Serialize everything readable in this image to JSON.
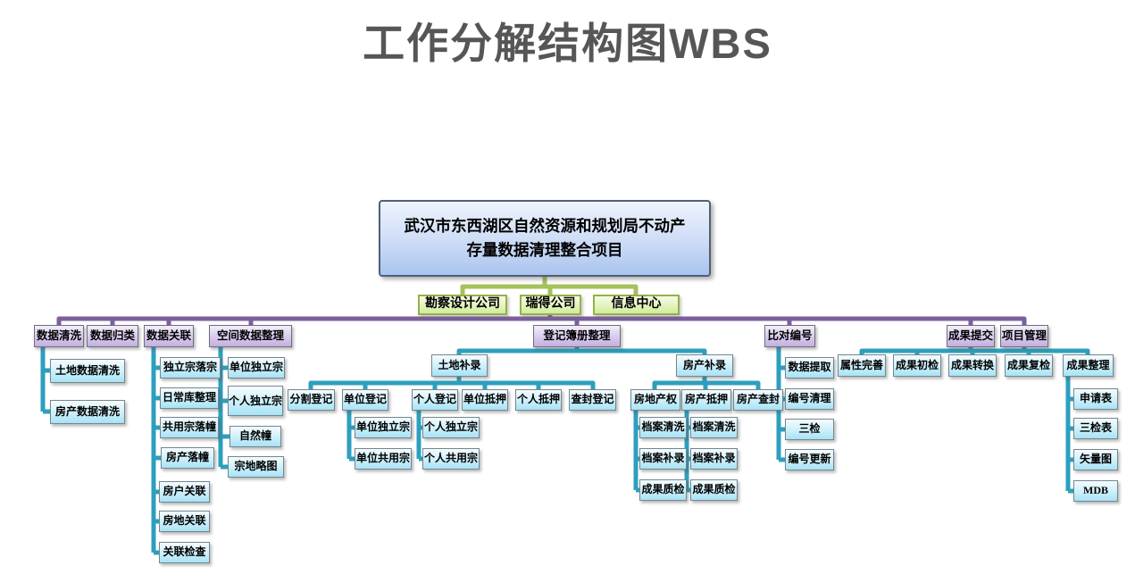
{
  "title": "工作分解结构图WBS",
  "colors": {
    "title_text": "#565656",
    "connector_green": "#a4c15c",
    "connector_purple": "#7d5f9d",
    "connector_teal": "#2d9fbe",
    "node_cyan_fill": "#a6e3f6",
    "node_purple_fill": "#c2b0e0",
    "node_green_fill": "#d2eb9c",
    "node_root_fill": "#a9c4ef"
  },
  "root": {
    "line1": "武汉市东西湖区自然资源和规划局不动产",
    "line2": "存量数据清理整合项目"
  },
  "level2": [
    {
      "label": "勘察设计公司"
    },
    {
      "label": "瑞得公司"
    },
    {
      "label": "信息中心"
    }
  ],
  "branches": [
    {
      "label": "数据清洗",
      "children": [
        {
          "label": "土地数据清洗"
        },
        {
          "label": "房产数据清洗"
        }
      ]
    },
    {
      "label": "数据归类"
    },
    {
      "label": "数据关联",
      "children": [
        {
          "label": "独立宗落宗"
        },
        {
          "label": "日常库整理"
        },
        {
          "label": "共用宗落幢"
        },
        {
          "label": "房产落幢"
        },
        {
          "label": "房户关联"
        },
        {
          "label": "房地关联"
        },
        {
          "label": "关联检查"
        }
      ]
    },
    {
      "label": "空间数据整理",
      "children": [
        {
          "label": "单位独立宗"
        },
        {
          "label": "个人独立宗"
        },
        {
          "label": "自然幢"
        },
        {
          "label": "宗地略图"
        }
      ]
    },
    {
      "label": "登记簿册整理",
      "children": [
        {
          "label": "土地补录",
          "children": [
            {
              "label": "分割登记"
            },
            {
              "label": "单位登记",
              "children": [
                {
                  "label": "单位独立宗"
                },
                {
                  "label": "单位共用宗"
                }
              ]
            },
            {
              "label": "个人登记",
              "children": [
                {
                  "label": "个人独立宗"
                },
                {
                  "label": "个人共用宗"
                }
              ]
            },
            {
              "label": "单位抵押"
            },
            {
              "label": "个人抵押"
            },
            {
              "label": "查封登记"
            }
          ]
        },
        {
          "label": "房产补录",
          "children": [
            {
              "label": "房地产权",
              "children": [
                {
                  "label": "档案清洗"
                },
                {
                  "label": "档案补录"
                },
                {
                  "label": "成果质检"
                }
              ]
            },
            {
              "label": "房产抵押",
              "children": [
                {
                  "label": "档案清洗"
                },
                {
                  "label": "档案补录"
                },
                {
                  "label": "成果质检"
                }
              ]
            },
            {
              "label": "房产查封"
            }
          ]
        }
      ]
    },
    {
      "label": "比对编号",
      "children": [
        {
          "label": "数据提取"
        },
        {
          "label": "编号清理"
        },
        {
          "label": "三检"
        },
        {
          "label": "编号更新"
        }
      ]
    },
    {
      "label": "成果提交",
      "children": [
        {
          "label": "属性完善"
        },
        {
          "label": "成果初检"
        },
        {
          "label": "成果转换"
        },
        {
          "label": "成果复检"
        }
      ]
    },
    {
      "label": "项目管理",
      "children": [
        {
          "label": "成果整理",
          "children": [
            {
              "label": "申请表"
            },
            {
              "label": "三检表"
            },
            {
              "label": "矢量图"
            },
            {
              "label": "MDB"
            }
          ]
        }
      ]
    }
  ]
}
